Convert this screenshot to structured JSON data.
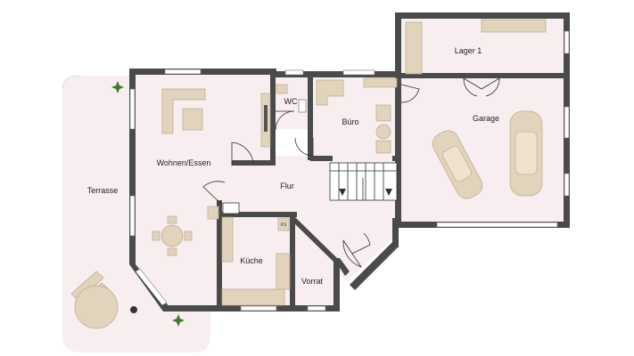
{
  "floorplan": {
    "rooms": {
      "lager": "Lager 1",
      "garage": "Garage",
      "wc": "WC",
      "buero": "Büro",
      "wohnen": "Wohnen/Essen",
      "terrasse": "Terrasse",
      "flur": "Flur",
      "kueche": "Küche",
      "vorrat": "Vorrat"
    },
    "fridge_label": "KS"
  },
  "colors": {
    "wall": "#4a4a4a",
    "floor": "#f8eef0",
    "terrace": "#f8eef0",
    "furniture": "#e2d3bd",
    "plant": "#3e7a2c"
  }
}
